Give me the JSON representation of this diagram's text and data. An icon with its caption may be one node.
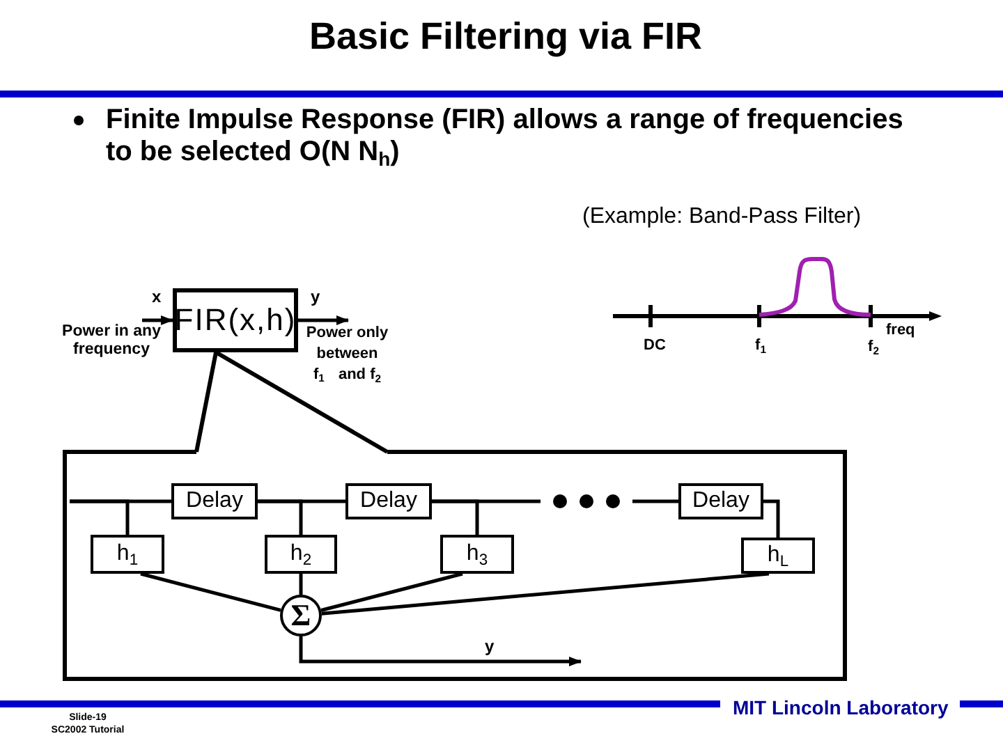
{
  "diagram": {
    "title": "Basic Filtering via FIR",
    "nodes": [
      {
        "text": [
          "Power in any frequency"
        ]
      },
      {
        "text": [
          "FIR(x,h)"
        ]
      },
      {
        "text": [
          "Power only between f$_{1}$ and f$_{2}$"
        ]
      },
      {
        "text": [],
        "shape": "box"
      },
      {
        "text": [
          "Delay"
        ],
        "in": 3
      },
      {
        "text": [
          "Delay"
        ],
        "in": 3
      },
      {
        "text": [],
        "shape": "dots",
        "in": 3
      },
      {
        "text": [
          "Delay"
        ],
        "in": 3
      },
      {
        "text": [
          "h$_{1}$"
        ],
        "in": 3
      },
      {
        "text": [
          "h$_{2}$"
        ],
        "in": 3
      },
      {
        "text": [
          "h$_{3}$"
        ],
        "in": 3
      },
      {
        "text": [
          "h$_{L}$"
        ],
        "in": 3
      },
      {
        "text": [
          "Σ"
        ],
        "in": 3
      }
    ],
    "edges": [
      {
        "from": 0,
        "to": 1,
        "arrow": "to",
        "label": "x"
      },
      {
        "from": 1,
        "to": 2,
        "arrow": "to",
        "label": "y"
      },
      {
        "from": 1,
        "to": 3,
        "arrow": "none"
      },
      {
        "from": 1,
        "to": 3,
        "arrow": "none"
      },
      {
        "from": null,
        "to": 4,
        "arrow": "none"
      },
      {
        "from": null,
        "to": 8,
        "arrow": "none"
      },
      {
        "from": 4,
        "to": 5,
        "arrow": "none"
      },
      {
        "from": 4,
        "to": 9,
        "arrow": "none"
      },
      {
        "from": 5,
        "to": 6,
        "arrow": "none"
      },
      {
        "from": 5,
        "to": 10,
        "arrow": "none"
      },
      {
        "from": 6,
        "to": 7,
        "arrow": "none"
      },
      {
        "from": 7,
        "to": 11,
        "arrow": "none"
      },
      {
        "from": 8,
        "to": 12,
        "arrow": "none"
      },
      {
        "from": 9,
        "to": 12,
        "arrow": "none"
      },
      {
        "from": 10,
        "to": 12,
        "arrow": "none"
      },
      {
        "from": 11,
        "to": 12,
        "arrow": "none"
      },
      {
        "from": 12,
        "to": null,
        "arrow": "to",
        "label": "y"
      }
    ],
    "labels": [
      "Finite Impulse Response (FIR) allows a range of frequencies to be selected O(N N$_{h}$)",
      "(Example: Band-Pass Filter)",
      "DC",
      "f$_{1}$",
      "f$_{2}$",
      "freq",
      "MIT Lincoln Laboratory",
      "Slide-19",
      "SC2002 Tutorial"
    ]
  }
}
